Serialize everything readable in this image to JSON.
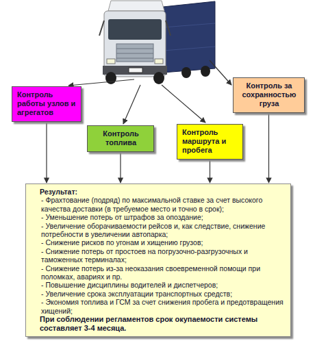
{
  "diagram": {
    "nodes": [
      {
        "text": [
          "Контроль работы узлов и агрегатов"
        ]
      },
      {
        "text": [
          "Контроль топлива"
        ]
      },
      {
        "text": [
          "Контроль маршрута и пробега"
        ]
      },
      {
        "text": [
          "Контроль за сохранностью груза"
        ]
      },
      {
        "text": [
          "Результат:",
          "- Фрахтование (подряд) по максимальной ставке за счет высокого качества доставки (в требуемое место и точно в срок);",
          "- Уменьшение потерь от штрафов за опоздание;",
          "- Увеличение оборачиваемости рейсов и, как следствие, снижение потребности в увеличении автопарка;",
          "- Снижение рисков по угонам и хищению грузов;",
          "- Снижение потерь от простоев на погрузочно-разгрузочных и таможенных терминалах;",
          "- Снижение потерь из-за неоказания своевременной помощи при поломках, авариях и пр.",
          "- Повышение дисциплины водителей и диспетчеров;",
          "- Увеличение срока эксплуатации транспортных средств;",
          "- Экономия топлива и ГСМ за счет снижения пробега и предотвращения хищений;",
          "При соблюдении регламентов срок окупаемости системы составляет 3-4 месяца."
        ]
      }
    ],
    "edges": [
      {
        "from": 0,
        "to": 4,
        "arrow": "to"
      },
      {
        "from": 1,
        "to": 4,
        "arrow": "to"
      },
      {
        "from": 2,
        "to": 4,
        "arrow": "to"
      },
      {
        "from": 3,
        "to": 4,
        "arrow": "to"
      }
    ]
  }
}
